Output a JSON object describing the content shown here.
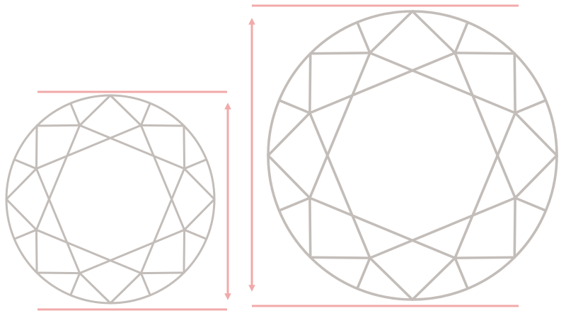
{
  "colors": {
    "facet_stroke": "#c3bdb9",
    "measure": "#f2a9a9",
    "background": "#ffffff"
  },
  "diagram": {
    "figures": [
      {
        "name": "small-diamond",
        "facets": "round-brilliant-top-view"
      },
      {
        "name": "large-diamond",
        "facets": "round-brilliant-top-view"
      }
    ]
  }
}
